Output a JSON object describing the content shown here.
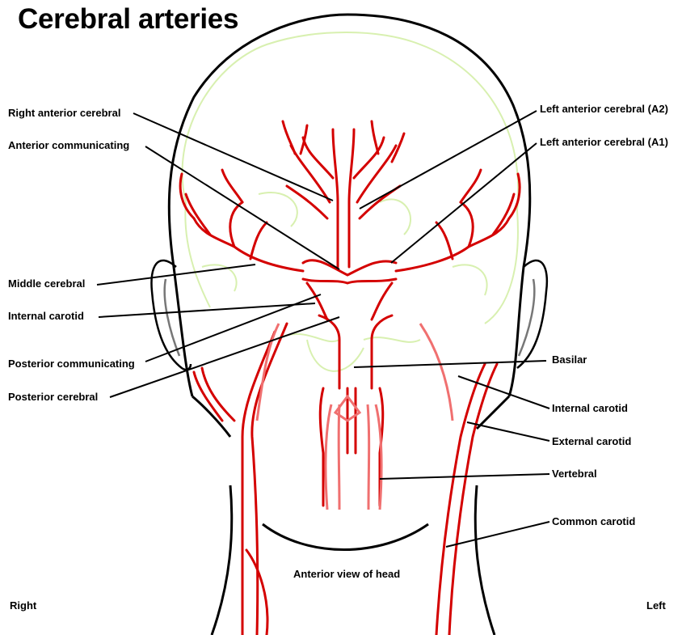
{
  "title": "Cerebral arteries",
  "caption": "Anterior view of head",
  "side_right": "Right",
  "side_left": "Left",
  "labels": {
    "right_anterior_cerebral": "Right anterior cerebral",
    "anterior_communicating": "Anterior communicating",
    "middle_cerebral": "Middle cerebral",
    "internal_carotid_right": "Internal carotid",
    "posterior_communicating": "Posterior communicating",
    "posterior_cerebral": "Posterior cerebral",
    "left_anterior_cerebral_a2": "Left anterior cerebral (A2)",
    "left_anterior_cerebral_a1": "Left anterior cerebral (A1)",
    "basilar": "Basilar",
    "internal_carotid_left": "Internal carotid",
    "external_carotid": "External carotid",
    "vertebral": "Vertebral",
    "common_carotid": "Common carotid"
  },
  "colors": {
    "artery": "#d40000",
    "artery_light": "#f07070",
    "brain_outline": "#d8f0b0",
    "ear": "#777777"
  }
}
